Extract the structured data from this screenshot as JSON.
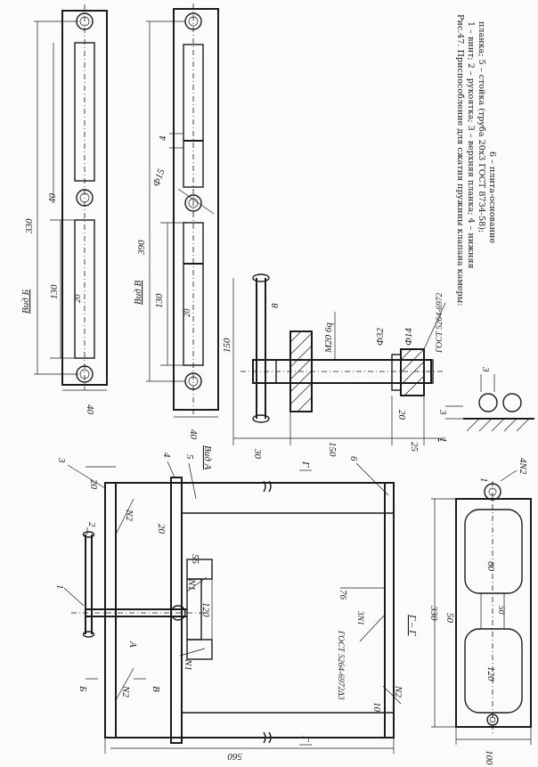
{
  "caption": {
    "line1": "Рис.47. Приспособление для сжатия пружины клапана камеры:",
    "line2": "1 – винт; 2 – рукоятка; 3 – верхняя планка; 4 – нижняя",
    "line3": "планка; 5 – стойка (труба 20x3 ГОСТ 8734-58);",
    "line4": "6 – плита-основание"
  },
  "views": {
    "vid_b": "Вид Б",
    "vid_v": "Вид В",
    "vid_a": "Вид А",
    "section_gg": "Г – Г",
    "arrow_a": "А",
    "arrow_b": "Б",
    "arrow_v": "В",
    "sec_g": "Г"
  },
  "callouts": [
    "1",
    "2",
    "3",
    "4",
    "5",
    "6"
  ],
  "dimensions": {
    "vb_330": "330",
    "vb_40": "40",
    "vb_130": "130",
    "vb_20": "20",
    "vb_40w": "40",
    "vv_390": "390",
    "vv_4": "4",
    "vv_phi15": "Ф15",
    "vv_130": "130",
    "vv_20": "20",
    "vv_40": "40",
    "sc_8": "8",
    "sc_150": "150",
    "sc_m20": "M20 6q",
    "sc_phi32": "Ф32",
    "sc_phi14": "Ф14",
    "sc_gost": "ГОСТ 5264-6972",
    "sc_30": "30",
    "sc_150b": "150",
    "sc_20": "20",
    "sc_25": "25",
    "d_I": "I",
    "d_3a": "3",
    "d_3b": "3",
    "m_20a": "20",
    "m_20b": "20",
    "m_55": "55",
    "m_120": "120",
    "m_76": "76",
    "m_10": "10",
    "m_560": "560",
    "m_N2a": "N2",
    "m_N2b": "N2",
    "m_N2c": "N2",
    "m_N1a": "N1",
    "m_N1b": "N1",
    "m_gost": "ГОСТ 5264-6972Δ3",
    "m_3N1": "3N1",
    "p_330": "330",
    "p_4N2": "4N2",
    "p_50": "50",
    "p_60": "60",
    "p_120": "120",
    "p_100": "100"
  }
}
